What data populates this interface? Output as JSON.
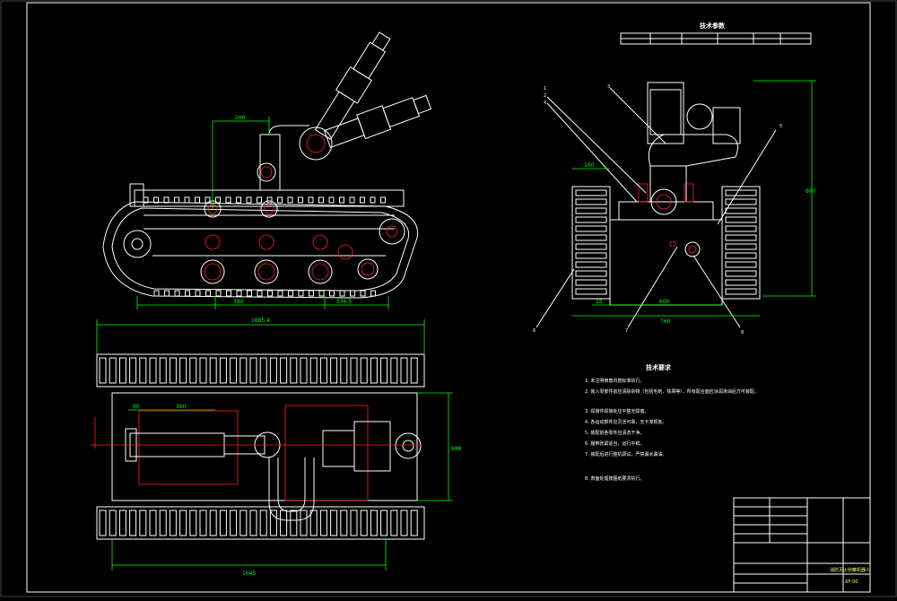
{
  "drawing": {
    "param_title": "技术参数",
    "tech_title": "技术要求",
    "tech_notes": [
      "1. 未注明倒角均按标准执行。",
      "2. 装入零部件前应清除杂物（包括毛刺、铁屑等），所有配合面应涂润滑油后方可装配。",
      "3. 焊接件焊接处应平整无焊瘤。",
      "4. 各运动部件应灵活可靠，无卡滞现象。",
      "5. 装配前各零件应清洗干净。",
      "6. 履带张紧适当，运行平稳。",
      "7. 装配后进行整机调试，严禁漏水漏油。",
      "8. 表面处理按图纸要求执行。"
    ],
    "dims": {
      "top_arm": "266",
      "left_bottom_1": "380",
      "left_bottom_2": "336.5",
      "plan_overall": "1685.4",
      "plan_bottom": "1645",
      "plan_a": "60",
      "plan_b": "360",
      "plan_height": "688",
      "front_overall": "760",
      "front_inner": "600",
      "front_left": "15",
      "front_top": "160",
      "front_height": "660"
    },
    "balloons": [
      "1",
      "2",
      "3",
      "4",
      "5",
      "6",
      "7",
      "8"
    ],
    "title_block": {
      "name": "消防灭火侦察机器人",
      "code": "XF-00"
    }
  },
  "colors": {
    "background": "#000000",
    "outline": "#ffffff",
    "dimension": "#00ff00",
    "centerline": "#ff2020",
    "border": "#ffffff"
  }
}
